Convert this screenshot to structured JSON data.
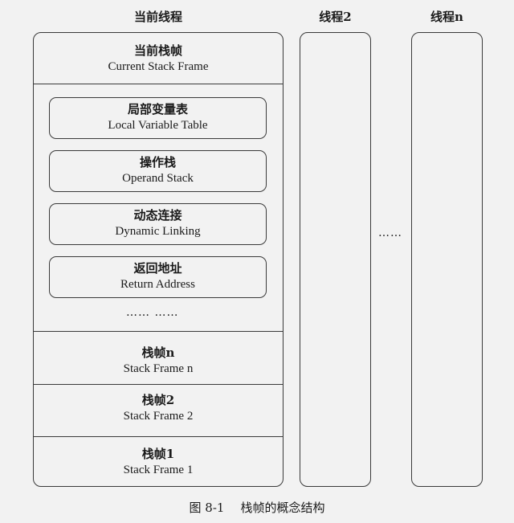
{
  "headers": {
    "current_thread": "当前线程",
    "thread_2": "线程2",
    "thread_n": "线程n"
  },
  "current_frame": {
    "cn": "当前栈帧",
    "en": "Current Stack Frame"
  },
  "frame_parts": [
    {
      "cn": "局部变量表",
      "en": "Local Variable Table"
    },
    {
      "cn": "操作栈",
      "en": "Operand Stack"
    },
    {
      "cn": "动态连接",
      "en": "Dynamic Linking"
    },
    {
      "cn": "返回地址",
      "en": "Return Address"
    }
  ],
  "frame_parts_ellipsis": "…… ……",
  "stack_frames": [
    {
      "cn": "栈帧n",
      "en": "Stack Frame n"
    },
    {
      "cn": "栈帧2",
      "en": "Stack Frame 2"
    },
    {
      "cn": "栈帧1",
      "en": "Stack Frame 1"
    }
  ],
  "between_threads_ellipsis": "……",
  "caption": {
    "number": "图 8-1",
    "title": "栈帧的概念结构"
  }
}
